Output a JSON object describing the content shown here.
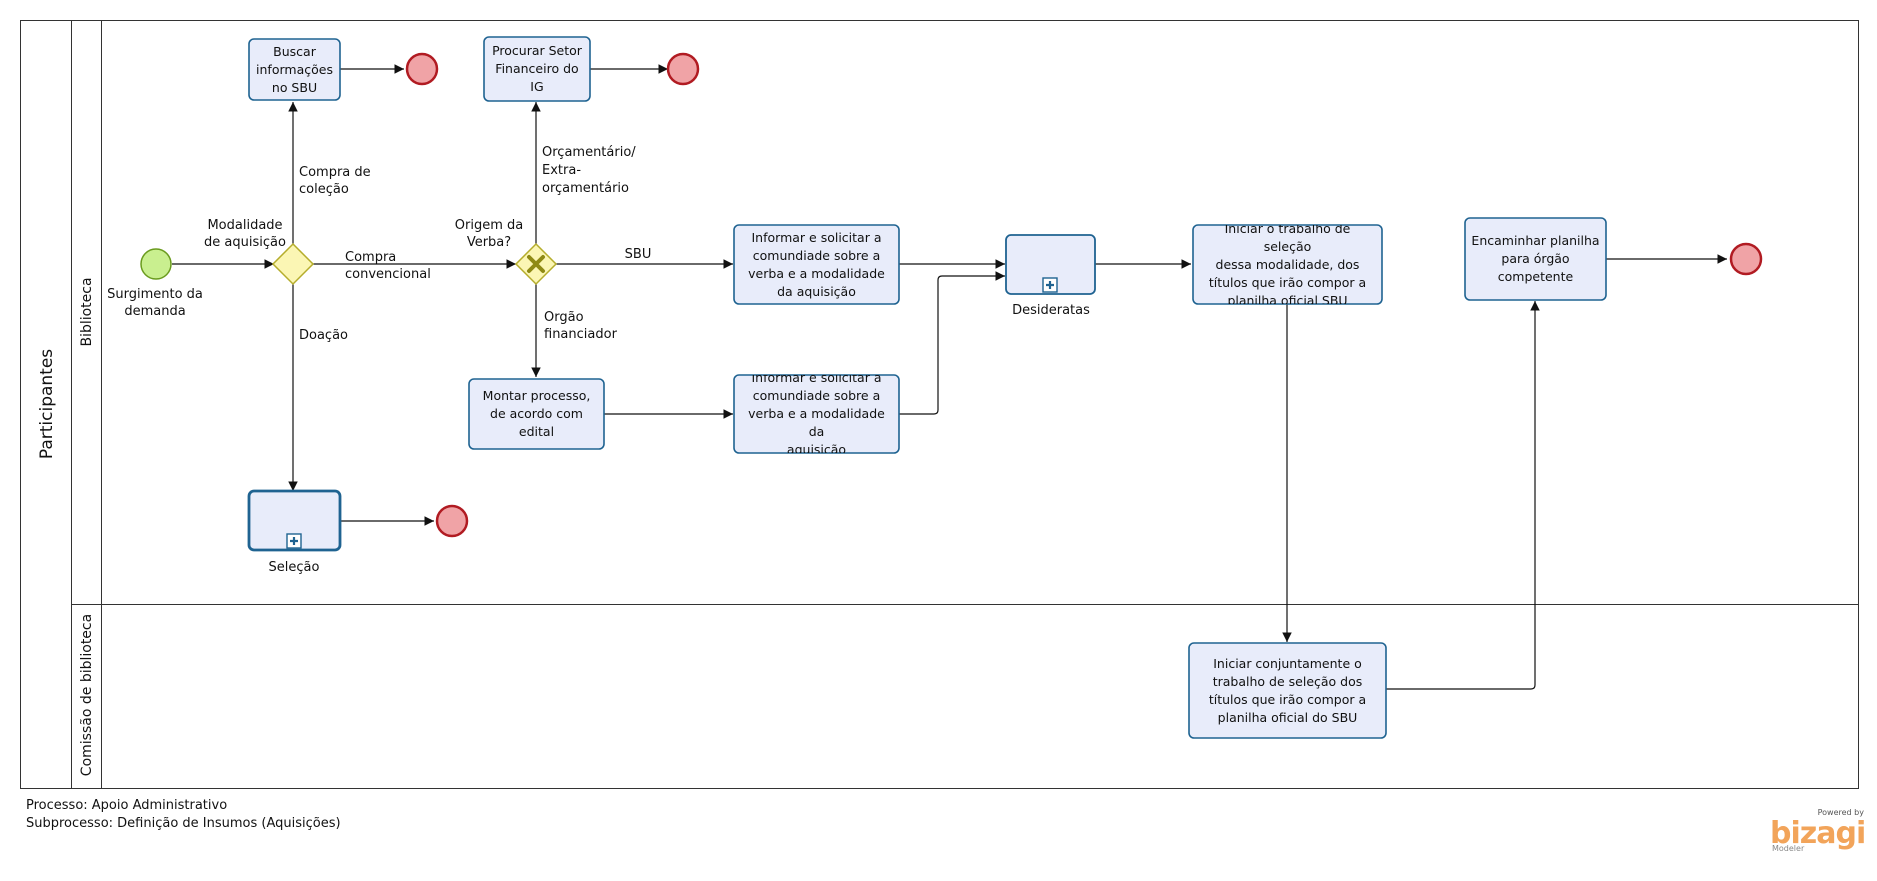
{
  "pool": {
    "label": "Participantes"
  },
  "lanes": {
    "biblioteca": "Biblioteca",
    "comissao": "Comissão de biblioteca"
  },
  "events": {
    "start_label": "Surgimento da\ndemanda"
  },
  "gateways": {
    "modalidade": "Modalidade\nde aquisição",
    "origem": "Origem da\nVerba?"
  },
  "tasks": {
    "buscar": "Buscar\ninformações\nno SBU",
    "procurar": "Procurar Setor\nFinanceiro do\nIG",
    "informar1": "Informar e solicitar a\ncomundiade sobre a\nverba e a modalidade\nda aquisição",
    "montar": "Montar processo,\nde acordo com\nedital",
    "informar2": "Informar e solicitar a\ncomundiade sobre a\nverba e a modalidade da\naquisição",
    "iniciar": "Iniciar o trabalho de seleção\ndessa modalidade, dos\ntítulos que irão compor a\nplanilha oficial SBU",
    "encaminhar": "Encaminhar planilha\npara órgão\ncompetente",
    "conjunto": "Iniciar conjuntamente o\ntrabalho de seleção dos\ntítulos que irão compor a\nplanilha oficial do SBU"
  },
  "subprocesses": {
    "selecao": "Seleção",
    "desideratas": "Desideratas"
  },
  "flows": {
    "compra_colecao": "Compra de\ncoleção",
    "compra_convencional": "Compra\nconvencional",
    "doacao": "Doação",
    "orcamentario": "Orçamentário/\nExtra-\norçamentário",
    "sbu": "SBU",
    "orgao_financiador": "Orgão\nfinanciador"
  },
  "footer": {
    "processo": "Processo: Apoio Administrativo",
    "subprocesso": "Subprocesso: Definição de Insumos (Aquisições)"
  },
  "logo": {
    "powered_by": "Powered by",
    "brand": "bizagi",
    "product": "Modeler"
  },
  "colors": {
    "task_fill": "#e8ecfa",
    "task_stroke": "#1f6391",
    "start_fill": "#c9ef8f",
    "end_fill": "#f0a3a6",
    "end_stroke": "#b11b22",
    "gateway_fill": "#fbf6b4",
    "gateway_stroke": "#b5ad2c"
  }
}
